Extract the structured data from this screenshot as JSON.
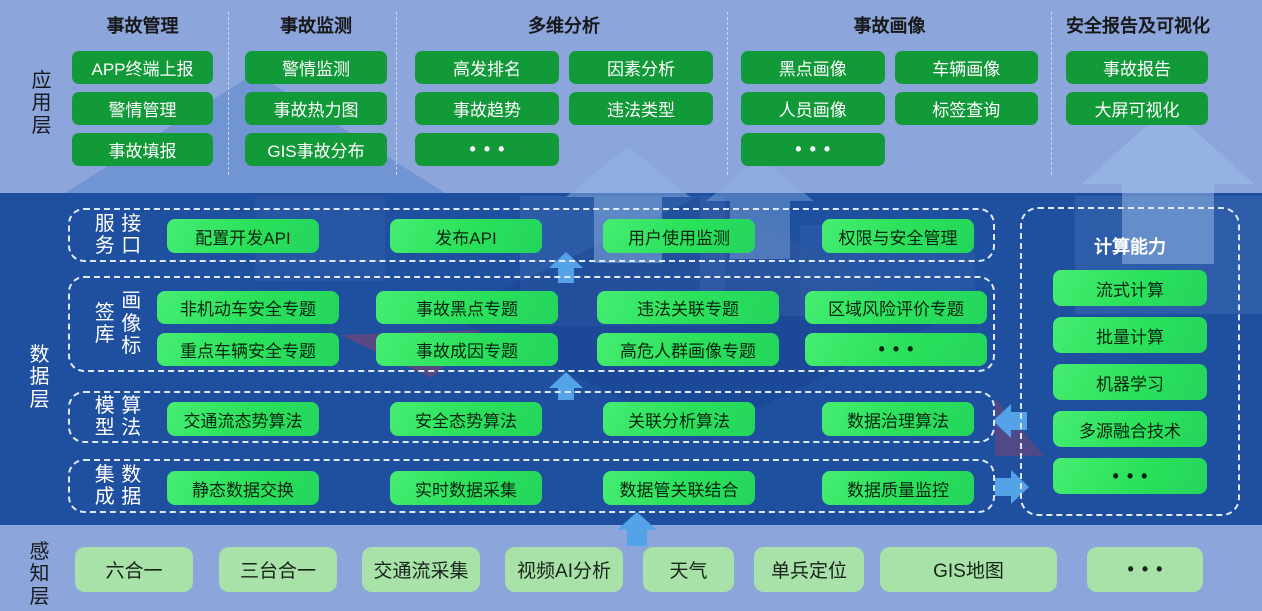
{
  "app_layer": {
    "label": "应用层",
    "columns": [
      {
        "header": "事故管理",
        "buttons": [
          "APP终端上报",
          "警情管理",
          "事故填报"
        ]
      },
      {
        "header": "事故监测",
        "buttons": [
          "警情监测",
          "事故热力图",
          "GIS事故分布"
        ]
      },
      {
        "header": "多维分析",
        "buttons": [
          "高发排名",
          "因素分析",
          "事故趋势",
          "违法类型",
          "•••"
        ]
      },
      {
        "header": "事故画像",
        "buttons": [
          "黑点画像",
          "车辆画像",
          "人员画像",
          "标签查询",
          "•••"
        ]
      },
      {
        "header": "安全报告及可视化",
        "buttons": [
          "事故报告",
          "大屏可视化"
        ]
      }
    ]
  },
  "data_layer": {
    "label": "数据层",
    "service_row": {
      "label_left": "服务",
      "label_right": "接口",
      "buttons": [
        "配置开发API",
        "发布API",
        "用户使用监测",
        "权限与安全管理"
      ]
    },
    "tag_row": {
      "label_left": "签库",
      "label_right": "画像标",
      "buttons_top": [
        "非机动车安全专题",
        "事故黑点专题",
        "违法关联专题",
        "区域风险评价专题"
      ],
      "buttons_bottom": [
        "重点车辆安全专题",
        "事故成因专题",
        "高危人群画像专题",
        "•••"
      ]
    },
    "algo_row": {
      "label_left": "模型",
      "label_right": "算法",
      "buttons": [
        "交通流态势算法",
        "安全态势算法",
        "关联分析算法",
        "数据治理算法"
      ]
    },
    "integration_row": {
      "label_left": "集成",
      "label_right": "数据",
      "buttons": [
        "静态数据交换",
        "实时数据采集",
        "数据管关联结合",
        "数据质量监控"
      ]
    },
    "compute_panel": {
      "title": "计算能力",
      "buttons": [
        "流式计算",
        "批量计算",
        "机器学习",
        "多源融合技术",
        "•••"
      ]
    }
  },
  "sense_layer": {
    "label": "感知层",
    "buttons": [
      "六合一",
      "三台合一",
      "交通流采集",
      "视频AI分析",
      "天气",
      "单兵定位",
      "GIS地图",
      "•••"
    ]
  },
  "colors": {
    "layer_bg_light": "#8ca6db",
    "layer_bg_dark": "#1f4f9f",
    "green_dark": "#129a39",
    "green_bright": "#2be15b",
    "green_light": "#a8e2a8",
    "arrow_blue": "#54a2e8",
    "dash_white": "#dfe8f6"
  }
}
